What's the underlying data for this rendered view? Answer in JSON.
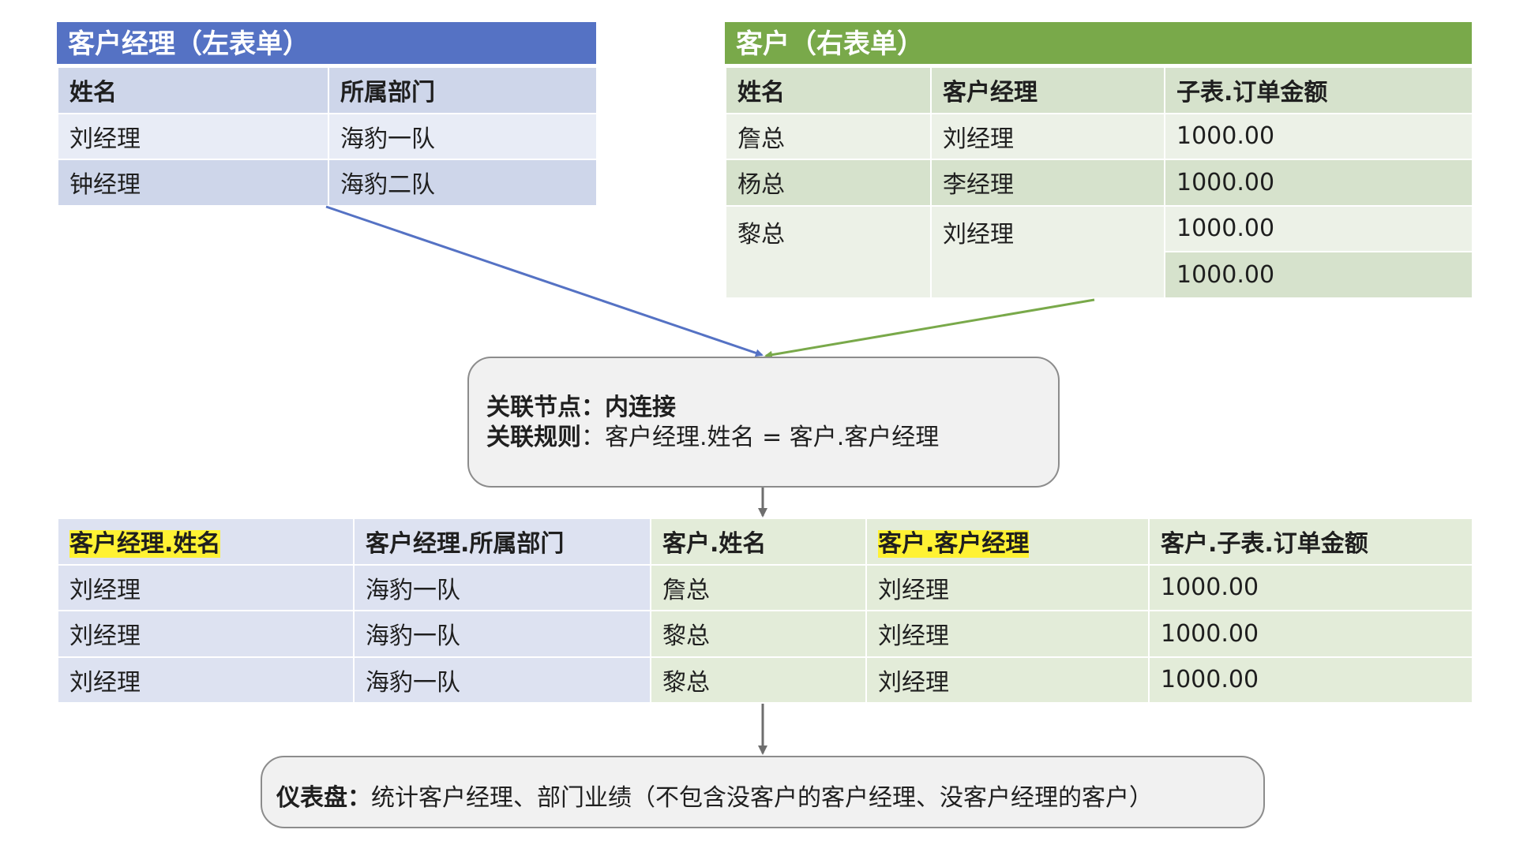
{
  "left_table": {
    "title": "客户经理（左表单）",
    "columns": [
      "姓名",
      "所属部门"
    ],
    "rows": [
      [
        "刘经理",
        "海豹一队"
      ],
      [
        "钟经理",
        "海豹二队"
      ]
    ]
  },
  "right_table": {
    "title": "客户（右表单）",
    "columns": [
      "姓名",
      "客户经理",
      "子表.订单金额"
    ],
    "rows": [
      [
        "詹总",
        "刘经理",
        "1000.00"
      ],
      [
        "杨总",
        "李经理",
        "1000.00"
      ],
      [
        "黎总",
        "刘经理",
        "1000.00"
      ],
      [
        "",
        "",
        "1000.00"
      ]
    ]
  },
  "join_node": {
    "line1_label": "关联节点：",
    "line1_value": "内连接",
    "line2_label": "关联规则",
    "line2_value": "：客户经理.姓名 = 客户.客户经理"
  },
  "result_table": {
    "columns": [
      "客户经理.姓名",
      "客户经理.所属部门",
      "客户.姓名",
      "客户.客户经理",
      "客户.子表.订单金额"
    ],
    "highlighted_columns": [
      0,
      3
    ],
    "rows": [
      [
        "刘经理",
        "海豹一队",
        "詹总",
        "刘经理",
        "1000.00"
      ],
      [
        "刘经理",
        "海豹一队",
        "黎总",
        "刘经理",
        "1000.00"
      ],
      [
        "刘经理",
        "海豹一队",
        "黎总",
        "刘经理",
        "1000.00"
      ]
    ]
  },
  "dashboard_node": {
    "label": "仪表盘：",
    "text": "统计客户经理、部门业绩（不包含没客户的客户经理、没客户经理的客户）"
  },
  "colors": {
    "left_accent": "#5572c4",
    "right_accent": "#79a94a",
    "connector": "#6e6e6e",
    "highlight": "#fff233"
  }
}
